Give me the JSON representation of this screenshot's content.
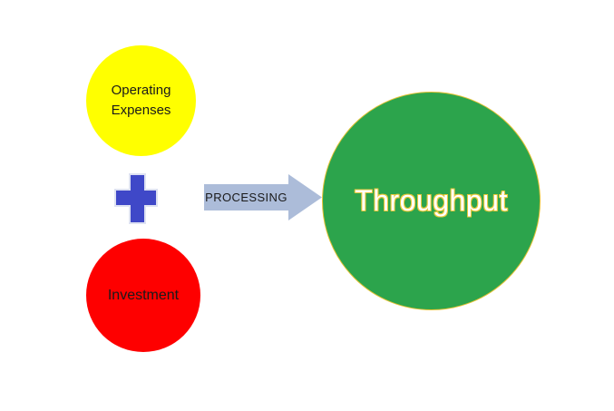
{
  "diagram": {
    "title": "throughput-accounting-flow",
    "nodes": {
      "operating_expenses": {
        "label_lines": [
          "Operating",
          "Expenses"
        ],
        "shape": "circle",
        "fill": "#FFFF00"
      },
      "investment": {
        "label": "Investment",
        "shape": "circle",
        "fill": "#FE0000"
      },
      "throughput": {
        "label": "Throughput",
        "shape": "circle",
        "fill": "#2CA44C"
      },
      "processing": {
        "label": "PROCESSING",
        "shape": "right-block-arrow",
        "fill": "#ACBCD9"
      },
      "plus_operator": {
        "symbol": "+",
        "shape": "cross",
        "fill": "#3F48C8"
      }
    }
  },
  "colors": {
    "canvas_bg": "#FFFFFF",
    "circle_yellow": "#FFFF00",
    "circle_red": "#FE0000",
    "circle_green": "#2CA44C",
    "circle_green_outline": "#E4C233",
    "plus_blue": "#3F48C8",
    "plus_outline": "#DEE2F2",
    "arrow_fill": "#ACBCD9",
    "label_dark": "#1A1A1A",
    "throughput_text": "#FFFFFF",
    "throughput_outline": "#E8C83A"
  }
}
